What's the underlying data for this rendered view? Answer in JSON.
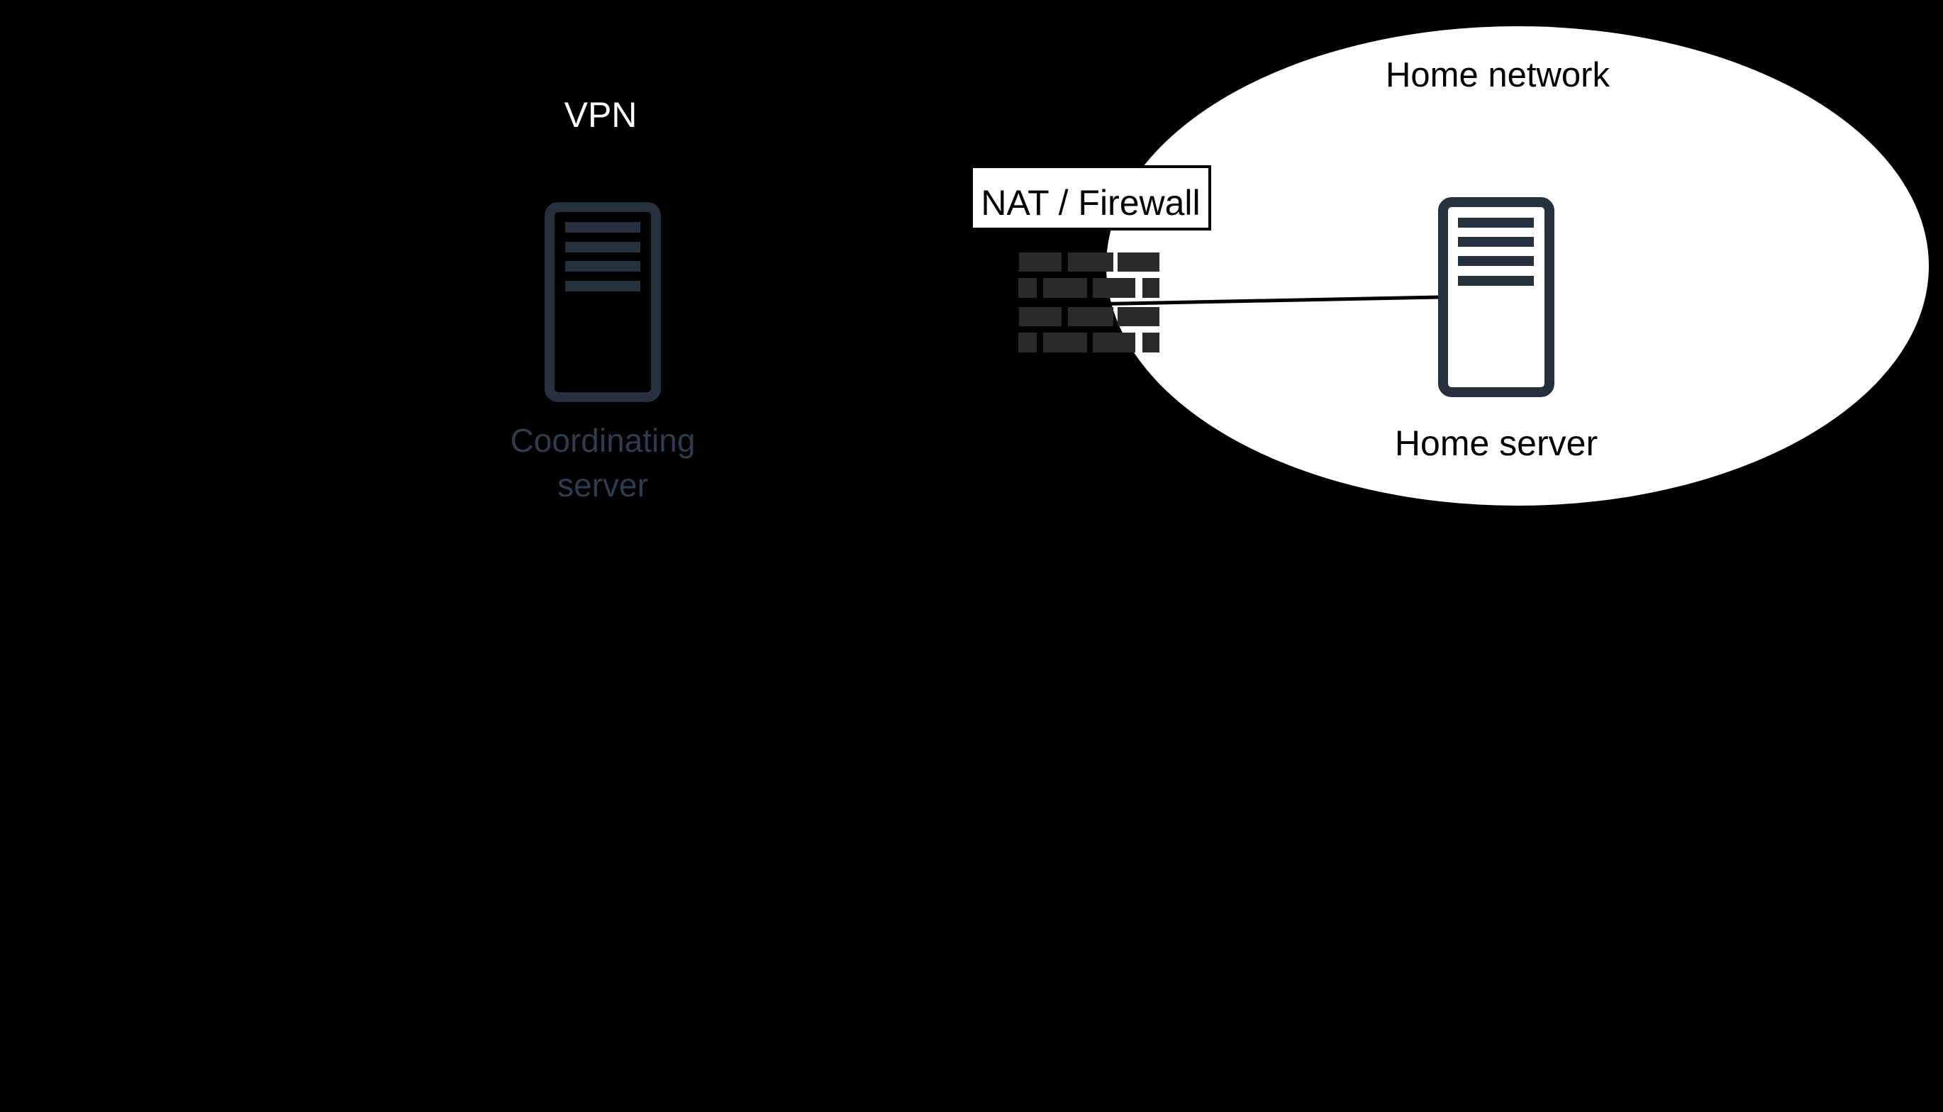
{
  "diagram": {
    "vpn_zone": {
      "label": "VPN"
    },
    "coordinating_server": {
      "label_line1": "Coordinating",
      "label_line2": "server"
    },
    "nat_firewall": {
      "label": "NAT / Firewall"
    },
    "home_network": {
      "label": "Home network",
      "home_server": {
        "label": "Home server"
      }
    }
  },
  "colors": {
    "background": "#000000",
    "network_fill": "#ffffff",
    "server_icon": "#263140",
    "coordinating_label_text": "#2d3c4e",
    "brick": "#2a2a2a",
    "label_box_bg": "#ffffff",
    "label_box_border": "#000000",
    "text_on_dark": "#ffffff",
    "text_on_light": "#000000",
    "connection_line": "#000000"
  }
}
